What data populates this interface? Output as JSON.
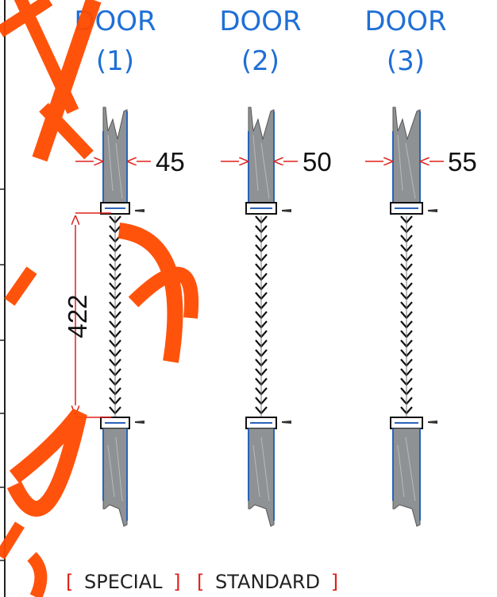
{
  "doors": [
    {
      "title_line1": "DOOR",
      "title_line2": "(1)",
      "thickness": "45"
    },
    {
      "title_line1": "DOOR",
      "title_line2": "(2)",
      "thickness": "50"
    },
    {
      "title_line1": "DOOR",
      "title_line2": "(3)",
      "thickness": "55"
    }
  ],
  "gap_dimension": "422",
  "footer": {
    "special_label": "SPECIAL",
    "standard_label": "STANDARD",
    "bracket_open": "[",
    "bracket_close": "]"
  },
  "colors": {
    "title_blue": "#1f6fd6",
    "dimension_red": "#e0201a",
    "panel_gray": "#8f9294",
    "panel_edge": "#2a63b8",
    "watermark": "#ff4a00"
  }
}
